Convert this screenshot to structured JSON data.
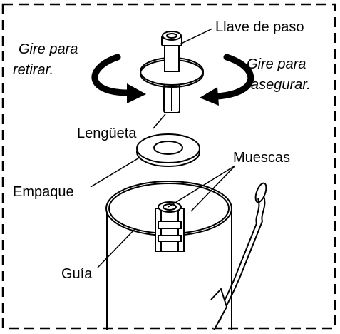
{
  "diagram": {
    "labels": {
      "valve": "Llave de paso",
      "turn_remove_line1": "Gire para",
      "turn_remove_line2": "retirar.",
      "turn_secure_line1": "Gire para",
      "turn_secure_line2": "asegurar.",
      "tab": "Lengüeta",
      "gasket": "Empaque",
      "notches": "Muescas",
      "guide": "Guía"
    },
    "colors": {
      "line": "#000000",
      "fill": "#ffffff"
    }
  }
}
